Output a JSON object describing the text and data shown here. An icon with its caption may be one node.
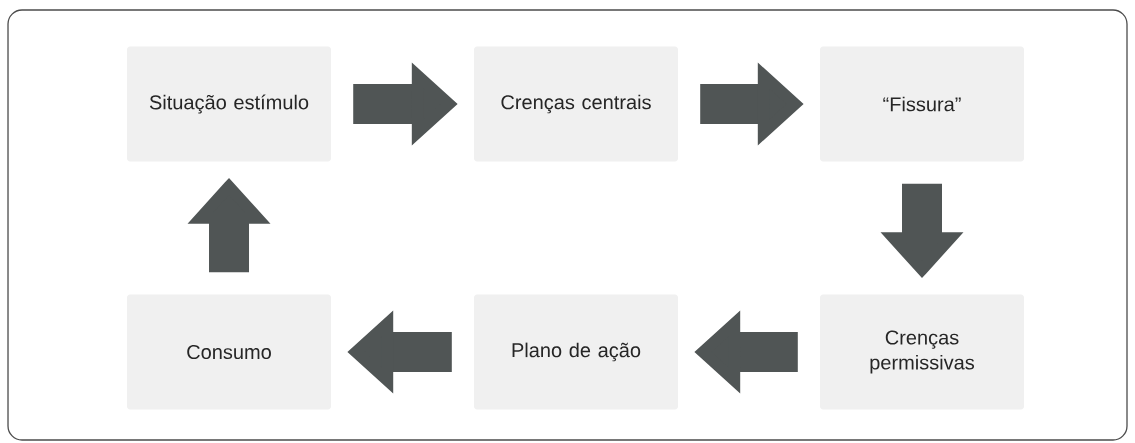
{
  "diagram": {
    "nodes": [
      {
        "text": [
          "Situação estímulo"
        ]
      },
      {
        "text": [
          "Crenças centrais"
        ]
      },
      {
        "text": [
          "“Fissura”"
        ]
      },
      {
        "text": [
          "Consumo"
        ]
      },
      {
        "text": [
          "Plano de ação"
        ]
      },
      {
        "text": [
          "Crenças permissivas"
        ]
      }
    ],
    "edges": [
      {
        "from": 0,
        "to": 1,
        "arrow": "to"
      },
      {
        "from": 1,
        "to": 2,
        "arrow": "to"
      },
      {
        "from": 2,
        "to": 5,
        "arrow": "to"
      },
      {
        "from": 5,
        "to": 4,
        "arrow": "to"
      },
      {
        "from": 4,
        "to": 3,
        "arrow": "to"
      },
      {
        "from": 3,
        "to": 0,
        "arrow": "to"
      }
    ]
  }
}
